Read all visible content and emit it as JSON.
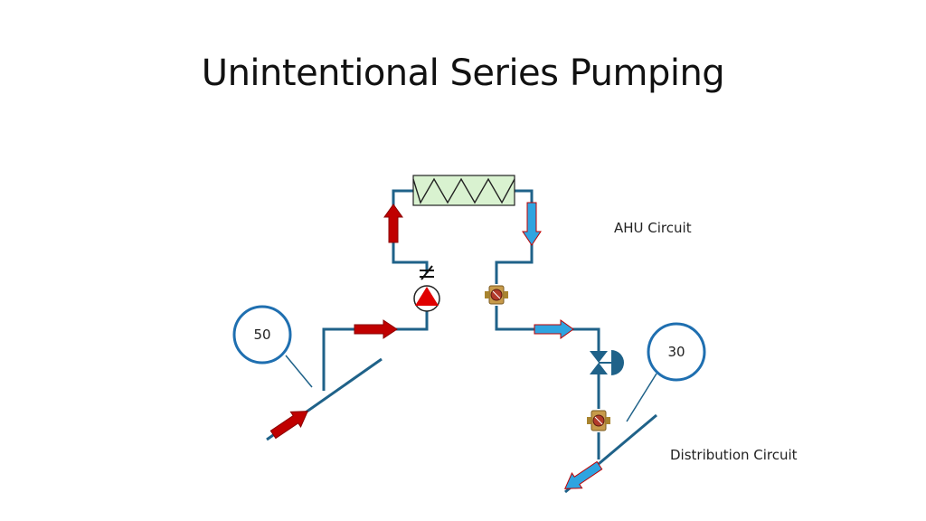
{
  "title": "Unintentional Series Pumping",
  "labels": {
    "ahu_circuit": "AHU Circuit",
    "distribution_circuit": "Distribution  Circuit"
  },
  "balloons": {
    "left_value": "50",
    "right_value": "30"
  },
  "colors": {
    "pipe": "#1f6289",
    "supply_arrow": "#c00000",
    "return_arrow": "#2fa4e0",
    "coil_fill": "#d9f2d0",
    "pump_red": "#e00000",
    "valve": "#1f6289"
  },
  "icons": {
    "coil": "heating-coil-icon",
    "pump": "circulator-pump-icon",
    "check_valve": "check-valve-icon",
    "balancing_valve": "balancing-valve-icon",
    "control_valve": "control-valve-icon"
  }
}
